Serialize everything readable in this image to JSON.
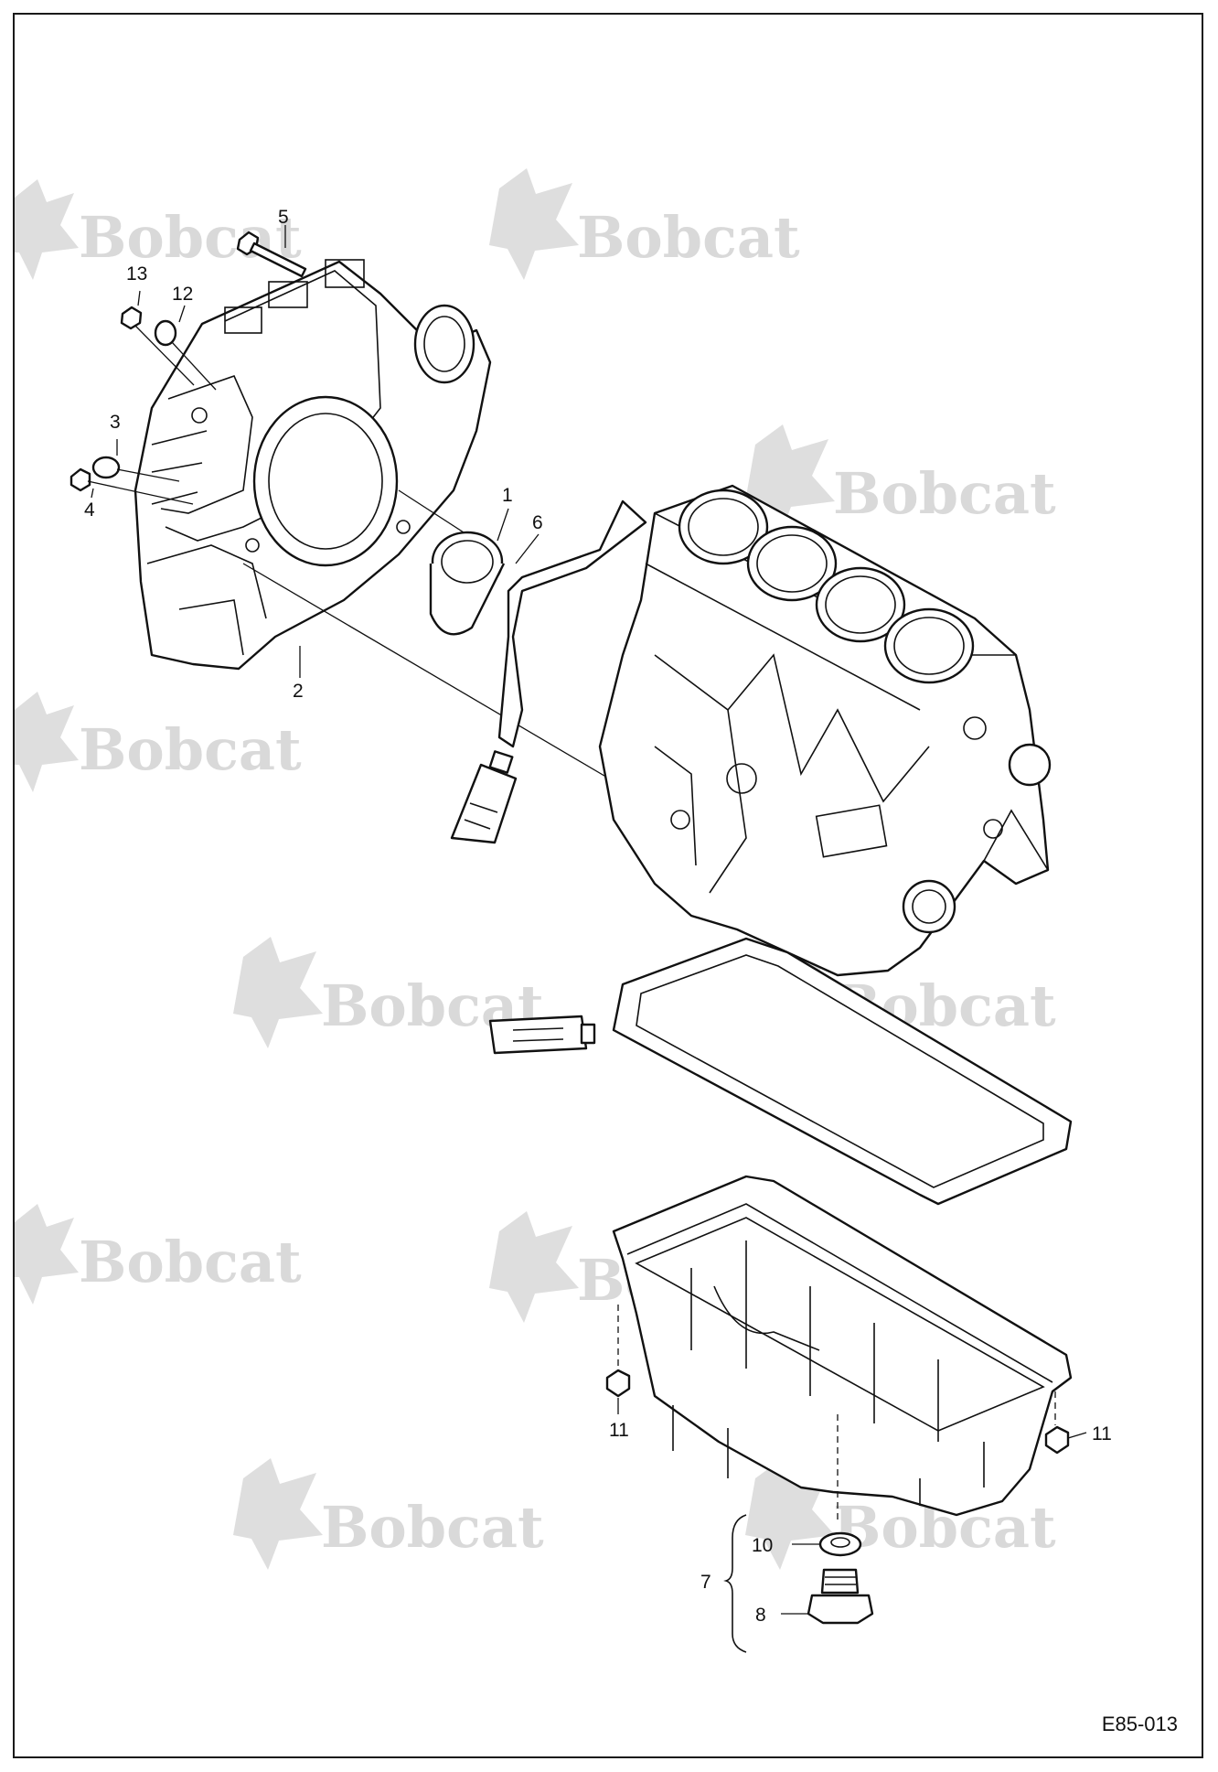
{
  "watermark": {
    "text": "Bobcat"
  },
  "callouts": {
    "c1": "1",
    "c2": "2",
    "c3": "3",
    "c4": "4",
    "c5": "5",
    "c6": "6",
    "c7": "7",
    "c8": "8",
    "c9": "10",
    "c10": "11",
    "c11": "11",
    "c12": "12",
    "c13": "13"
  },
  "document_id": "E85-013",
  "colors": {
    "line": "#111111",
    "watermark": "#d9d9d9",
    "background": "#ffffff"
  }
}
